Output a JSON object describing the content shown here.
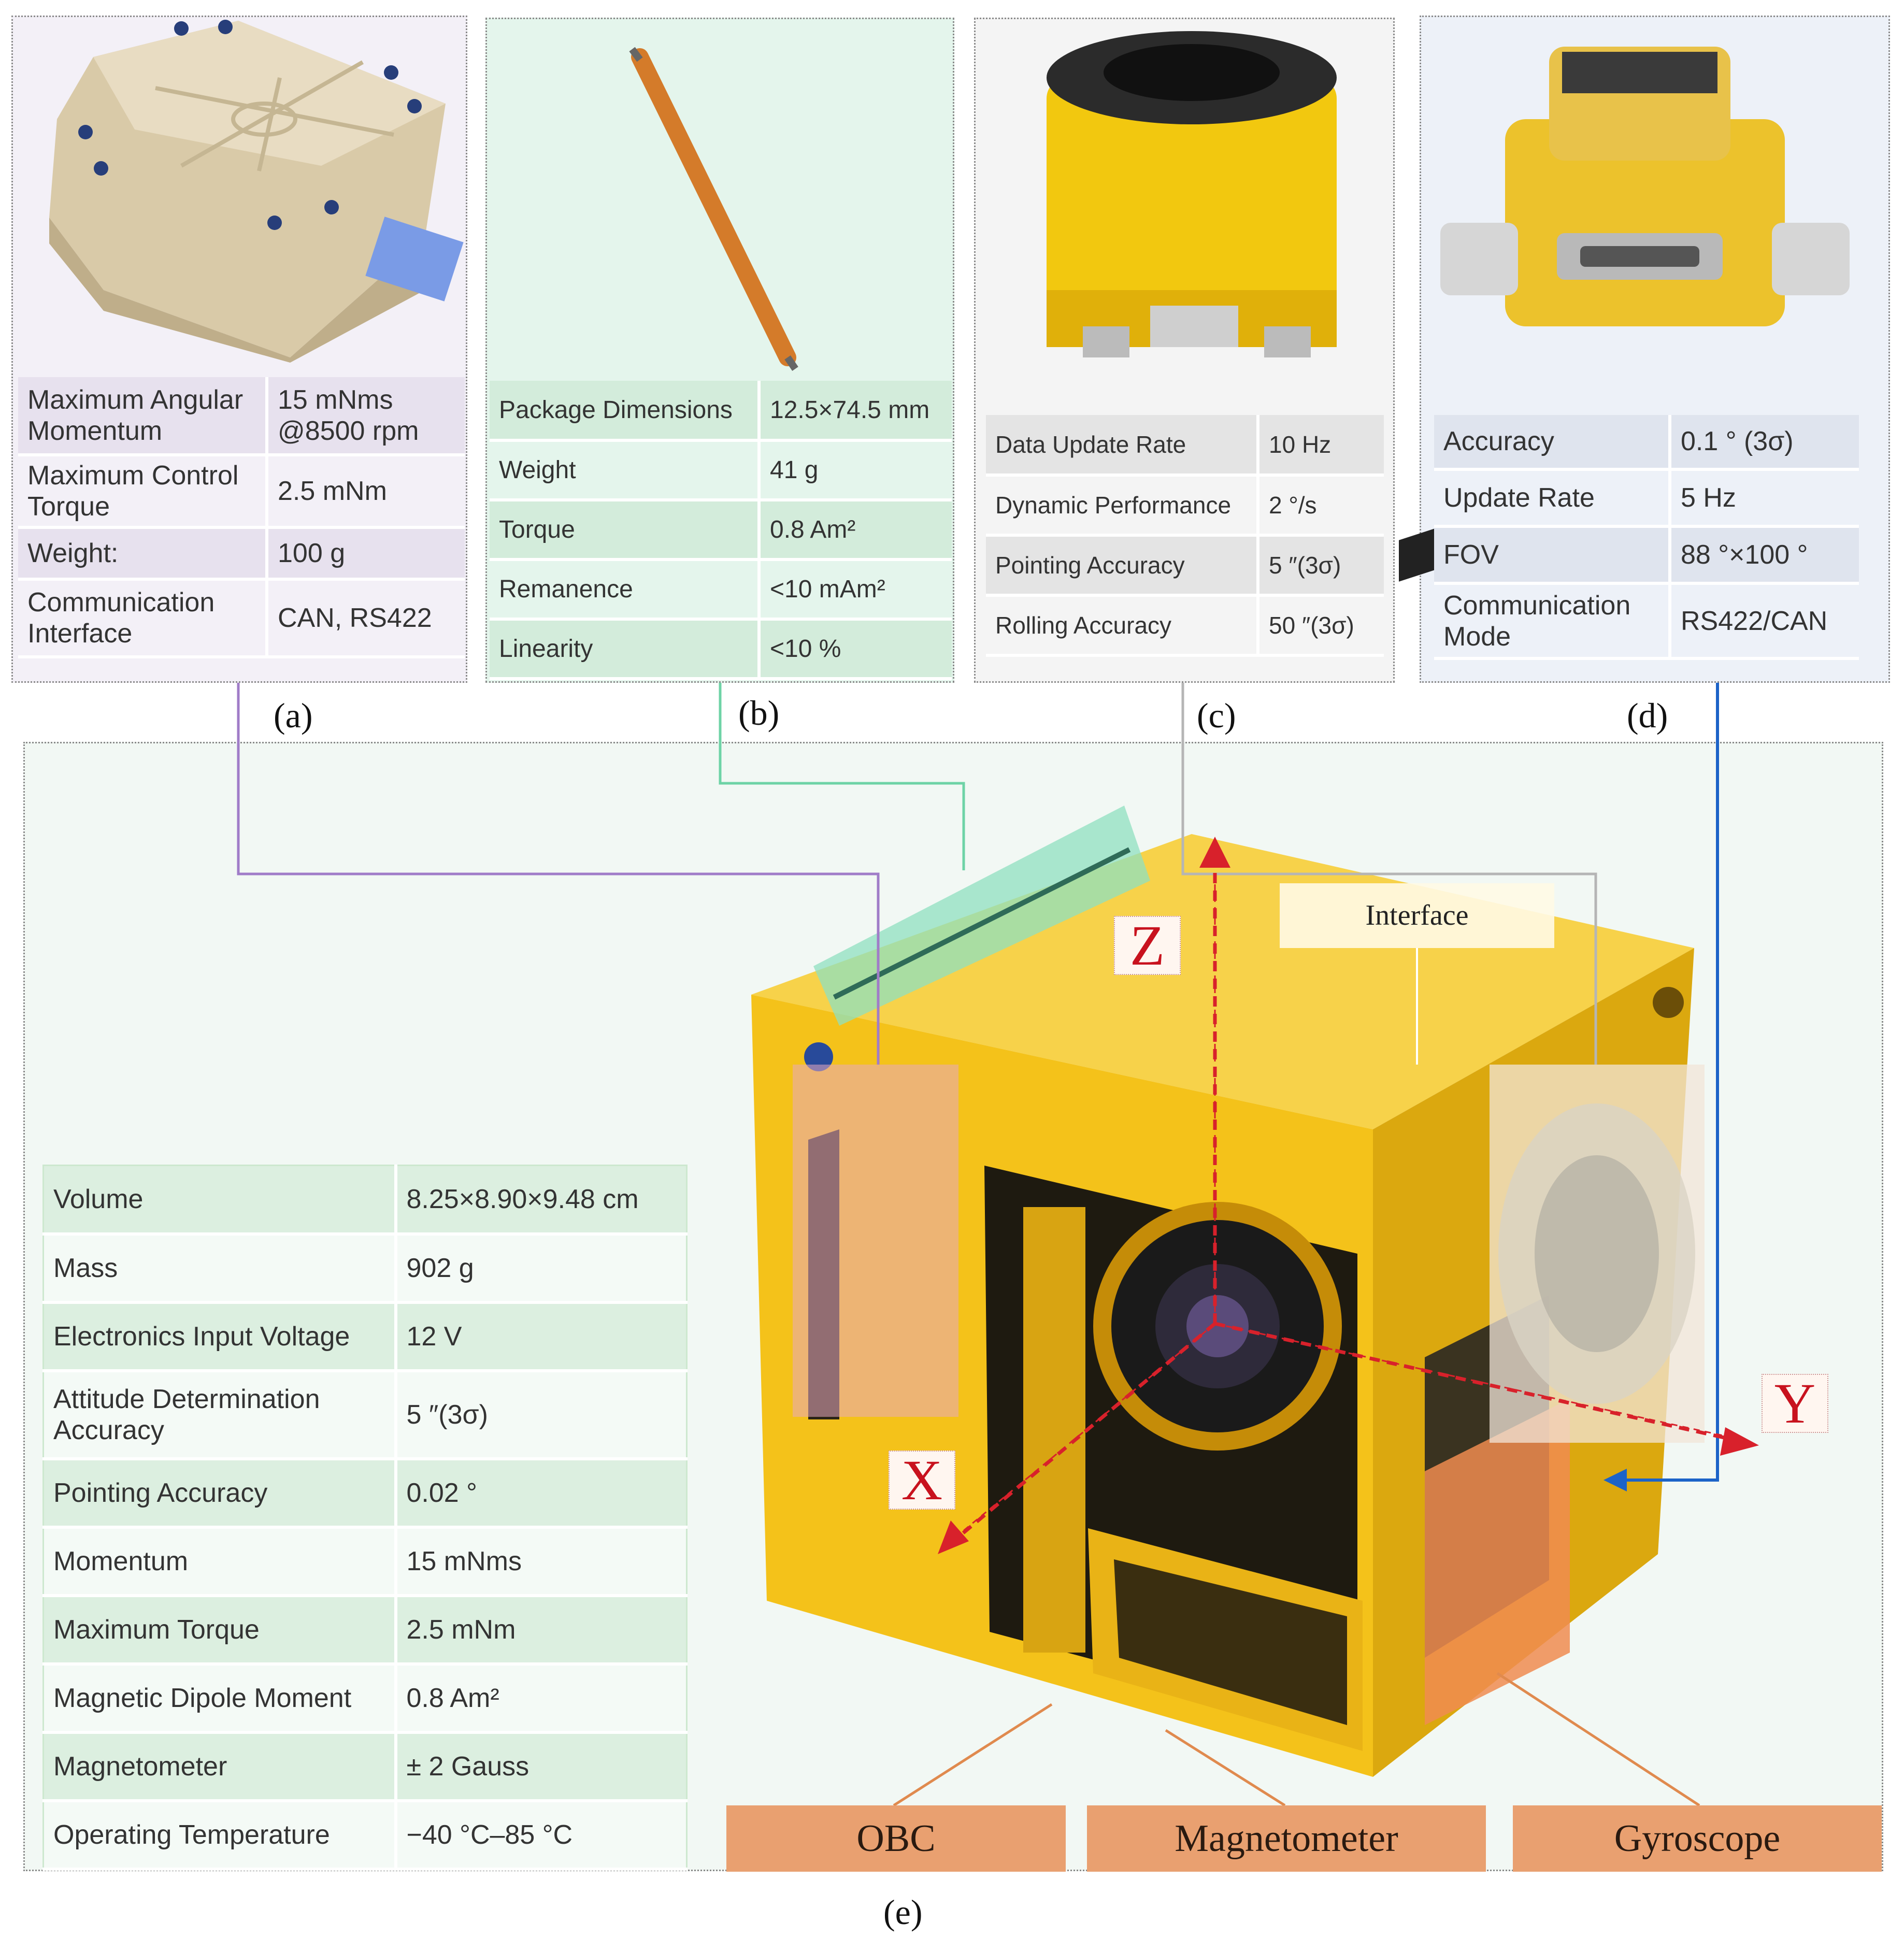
{
  "panels": {
    "a": {
      "label": "(a)",
      "rows": [
        [
          "Maximum Angular Momentum",
          "15 mNms @8500 rpm"
        ],
        [
          "Maximum Control Torque",
          "2.5 mNm"
        ],
        [
          "Weight:",
          "100 g"
        ],
        [
          "Communication Interface",
          "CAN, RS422"
        ]
      ]
    },
    "b": {
      "label": "(b)",
      "rows": [
        [
          "Package Dimensions",
          "12.5×74.5 mm"
        ],
        [
          "Weight",
          "41 g"
        ],
        [
          "Torque",
          "0.8 Am²"
        ],
        [
          "Remanence",
          "<10 mAm²"
        ],
        [
          "Linearity",
          "<10 %"
        ]
      ]
    },
    "c": {
      "label": "(c)",
      "rows": [
        [
          "Data Update Rate",
          "10 Hz"
        ],
        [
          "Dynamic Performance",
          "2 °/s"
        ],
        [
          "Pointing Accuracy",
          "5 ″(3σ)"
        ],
        [
          "Rolling Accuracy",
          "50 ″(3σ)"
        ]
      ]
    },
    "d": {
      "label": "(d)",
      "rows": [
        [
          "Accuracy",
          "0.1 ° (3σ)"
        ],
        [
          "Update Rate",
          "5  Hz"
        ],
        [
          "FOV",
          "88 °×100 °"
        ],
        [
          "Communication Mode",
          "RS422/CAN"
        ]
      ]
    },
    "e": {
      "label": "(e)",
      "rows": [
        [
          "Volume",
          "8.25×8.90×9.48 cm"
        ],
        [
          "Mass",
          "902 g"
        ],
        [
          "Electronics Input Voltage",
          "12 V"
        ],
        [
          "Attitude Determination Accuracy",
          "5 ″(3σ)"
        ],
        [
          "Pointing Accuracy",
          "0.02 °"
        ],
        [
          "Momentum",
          "15 mNms"
        ],
        [
          "Maximum Torque",
          "2.5 mNm"
        ],
        [
          "Magnetic Dipole Moment",
          "0.8 Am²"
        ],
        [
          "Magnetometer",
          "± 2 Gauss"
        ],
        [
          "Operating Temperature",
          "−40 °C–85 °C"
        ]
      ]
    }
  },
  "diagram": {
    "axis_x": "X",
    "axis_y": "Y",
    "axis_z": "Z",
    "interface": "Interface",
    "components": [
      "OBC",
      "Magnetometer",
      "Gyroscope"
    ]
  },
  "colors": {
    "panel_a": "#f0ecf6",
    "panel_b": "#e2f4ea",
    "panel_c": "#f3f3f3",
    "panel_d": "#ebf0f8",
    "panel_e": "#f2f8f4",
    "cube_gold": "#f4c21a",
    "axis_red": "#d8212b",
    "callout_purple": "#a07cc8",
    "callout_green": "#6ed3a6",
    "callout_grey": "#b5b5b5",
    "callout_blue": "#1c63c8",
    "component_orange": "#e9a070"
  }
}
